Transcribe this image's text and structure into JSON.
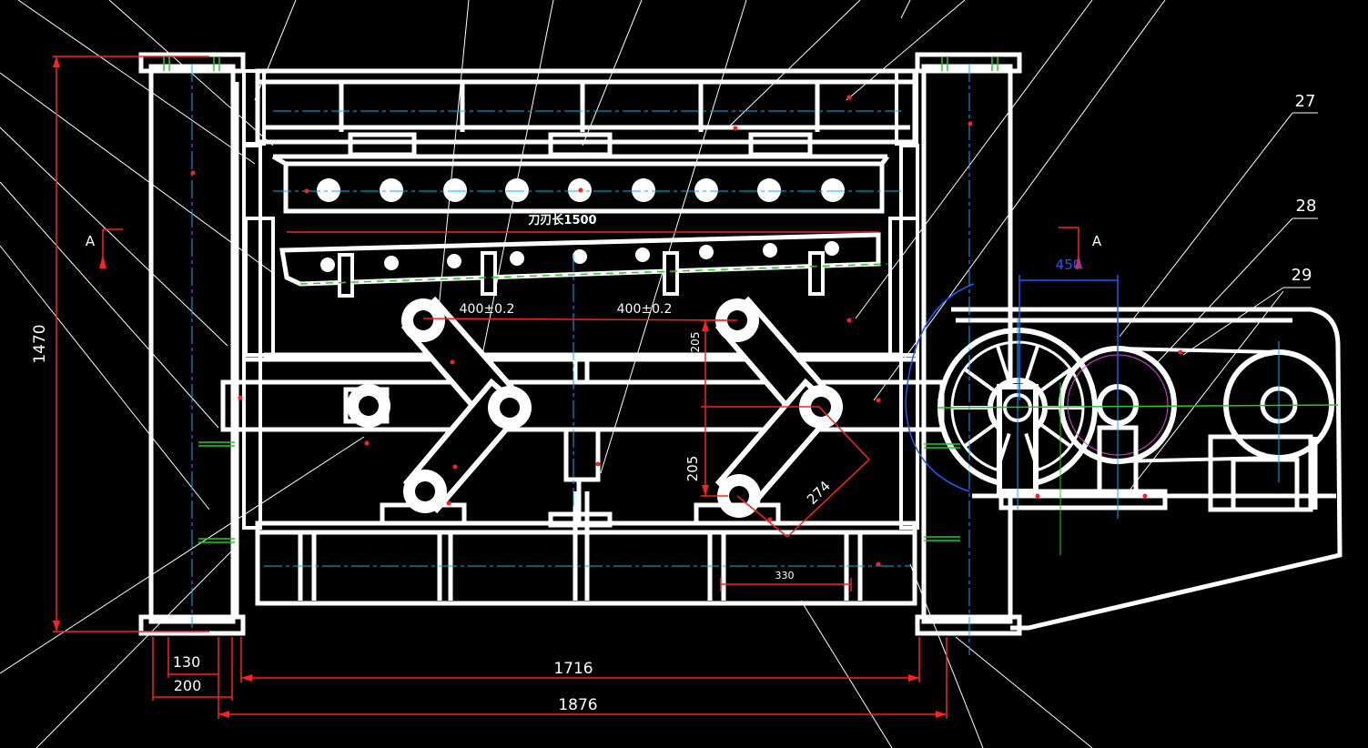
{
  "drawing": {
    "blade_note": "刀刃长1500",
    "section_marker": "A",
    "part_numbers": [
      "27",
      "28",
      "29"
    ]
  },
  "dimensions": {
    "height_total": "1470",
    "inner_width": "1716",
    "outer_width": "1876",
    "foot_130": "130",
    "foot_200": "200",
    "pitch_left": "400±0.2",
    "pitch_right": "400±0.2",
    "offset_upper": "205",
    "offset_lower": "205",
    "arm_length": "274",
    "span_330": "330",
    "center_450": "450"
  },
  "colors": {
    "background": "#000000",
    "outline": "#ffffff",
    "centerline": "#00b4ff",
    "dimension_red": "#ff2020",
    "dimension_blue": "#1e5bff",
    "green": "#22cc22"
  }
}
